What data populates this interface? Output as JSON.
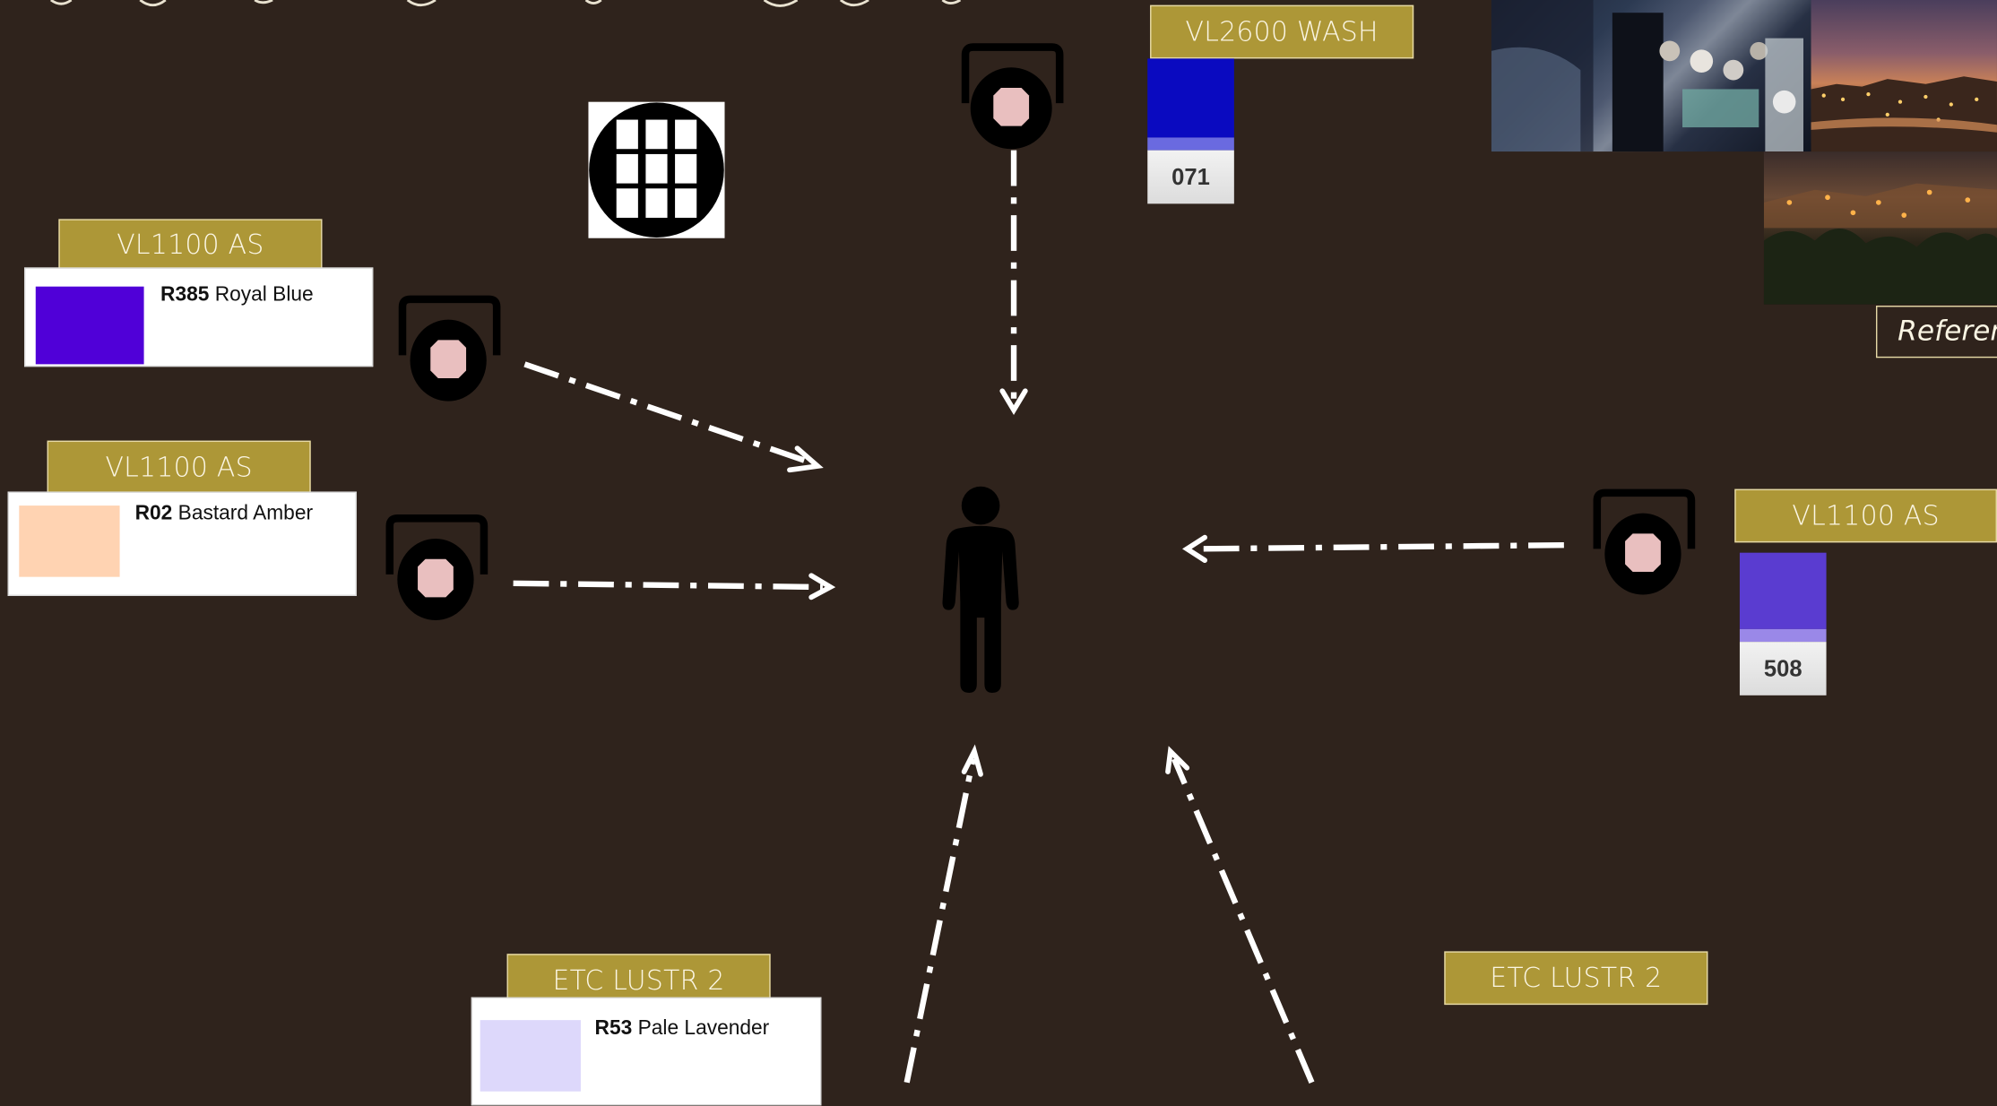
{
  "fixtures": {
    "top_label": "VL2600 WASH",
    "left_upper_label": "VL1100 AS",
    "left_lower_label": "VL1100 AS",
    "right_label": "VL1100 AS",
    "bottom_left_label": "ETC LUSTR 2",
    "bottom_right_label": "ETC LUSTR 2"
  },
  "gels": {
    "royal_blue": {
      "code": "R385",
      "name": "Royal Blue",
      "color": "#5000d8"
    },
    "bastard_amber": {
      "code": "R02",
      "name": "Bastard Amber",
      "color": "#ffd3b2"
    },
    "pale_lavender": {
      "code": "R53",
      "name": "Pale Lavender",
      "color": "#ddd8fb"
    },
    "gel_071": {
      "number": "071",
      "color": "#0a0ac0",
      "band": "#6a6ae0"
    },
    "gel_508": {
      "number": "508",
      "color": "#5a3cd0",
      "band": "#9a88e8"
    }
  },
  "reference": {
    "label": "Referen"
  },
  "colors": {
    "background": "#2f231c",
    "label_fill": "#ad9737",
    "label_text": "#fbf6e4",
    "arrow": "#ffffff"
  }
}
